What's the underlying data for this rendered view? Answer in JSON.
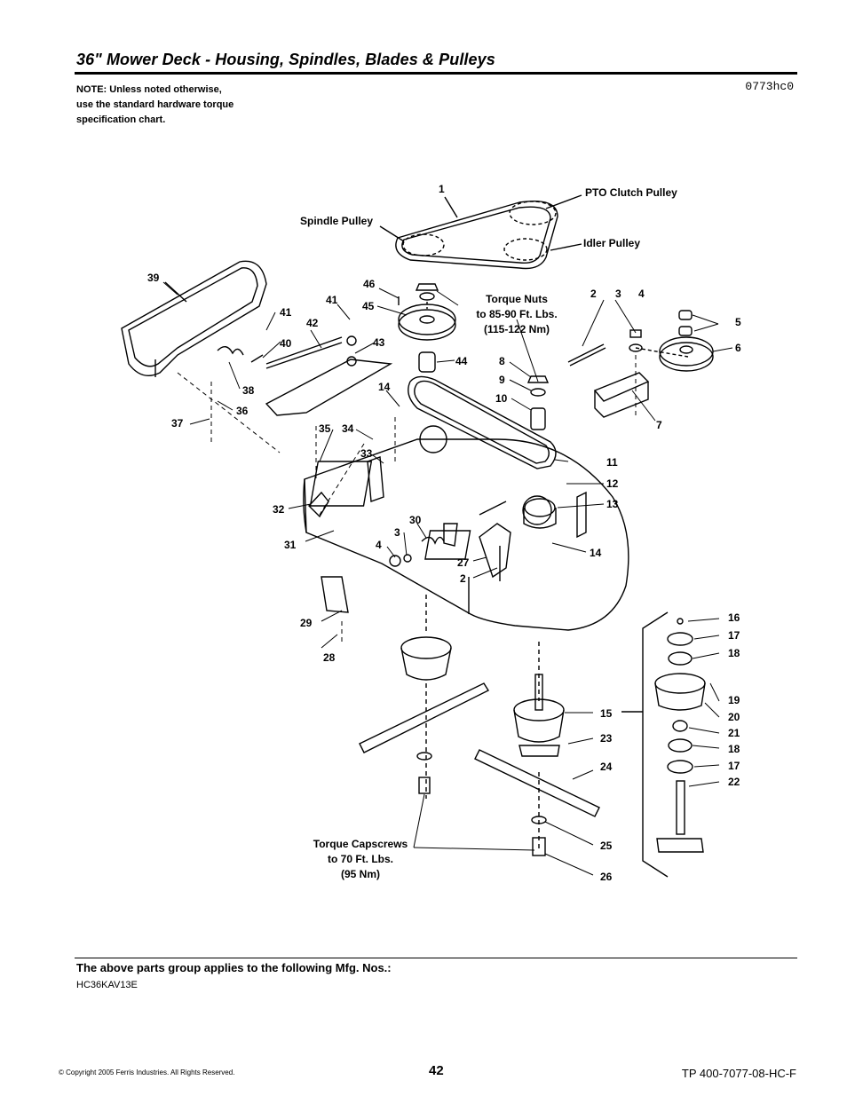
{
  "header": {
    "title": "36\" Mower Deck - Housing, Spindles, Blades & Pulleys",
    "note_lines": [
      "NOTE: Unless noted otherwise,",
      "use the standard hardware torque",
      "specification chart."
    ],
    "drawing_code": "0773hc0"
  },
  "diagram": {
    "labels": {
      "pto_clutch_pulley": "PTO Clutch Pulley",
      "spindle_pulley": "Spindle Pulley",
      "idler_pulley": "Idler Pulley",
      "torque_nuts": [
        "Torque Nuts",
        "to 85-90 Ft. Lbs.",
        "(115-122 Nm)"
      ],
      "torque_capscrews": [
        "Torque Capscrews",
        "to 70 Ft. Lbs.",
        "(95 Nm)"
      ]
    },
    "callouts": {
      "c1": "1",
      "c2a": "2",
      "c3a": "3",
      "c4a": "4",
      "c5": "5",
      "c6": "6",
      "c7": "7",
      "c8": "8",
      "c9": "9",
      "c10": "10",
      "c11": "11",
      "c12": "12",
      "c13": "13",
      "c14a": "14",
      "c14b": "14",
      "c15": "15",
      "c16": "16",
      "c17a": "17",
      "c18a": "18",
      "c19": "19",
      "c20": "20",
      "c21": "21",
      "c18b": "18",
      "c17b": "17",
      "c22": "22",
      "c23": "23",
      "c24": "24",
      "c25": "25",
      "c26": "26",
      "c27": "27",
      "c2b": "2",
      "c28": "28",
      "c29": "29",
      "c30": "30",
      "c3b": "3",
      "c4b": "4",
      "c31": "31",
      "c32": "32",
      "c33": "33",
      "c34": "34",
      "c35": "35",
      "c36": "36",
      "c37": "37",
      "c38": "38",
      "c39": "39",
      "c40": "40",
      "c41a": "41",
      "c41b": "41",
      "c42": "42",
      "c43": "43",
      "c44": "44",
      "c45": "45",
      "c46": "46"
    }
  },
  "footer": {
    "applies_text": "The above parts group applies to the following Mfg. Nos.:",
    "mfg_numbers": "HC36KAV13E",
    "copyright": "© Copyright  2005 Ferris Industries. All Rights Reserved.",
    "page_number": "42",
    "doc_number": "TP 400-7077-08-HC-F"
  }
}
